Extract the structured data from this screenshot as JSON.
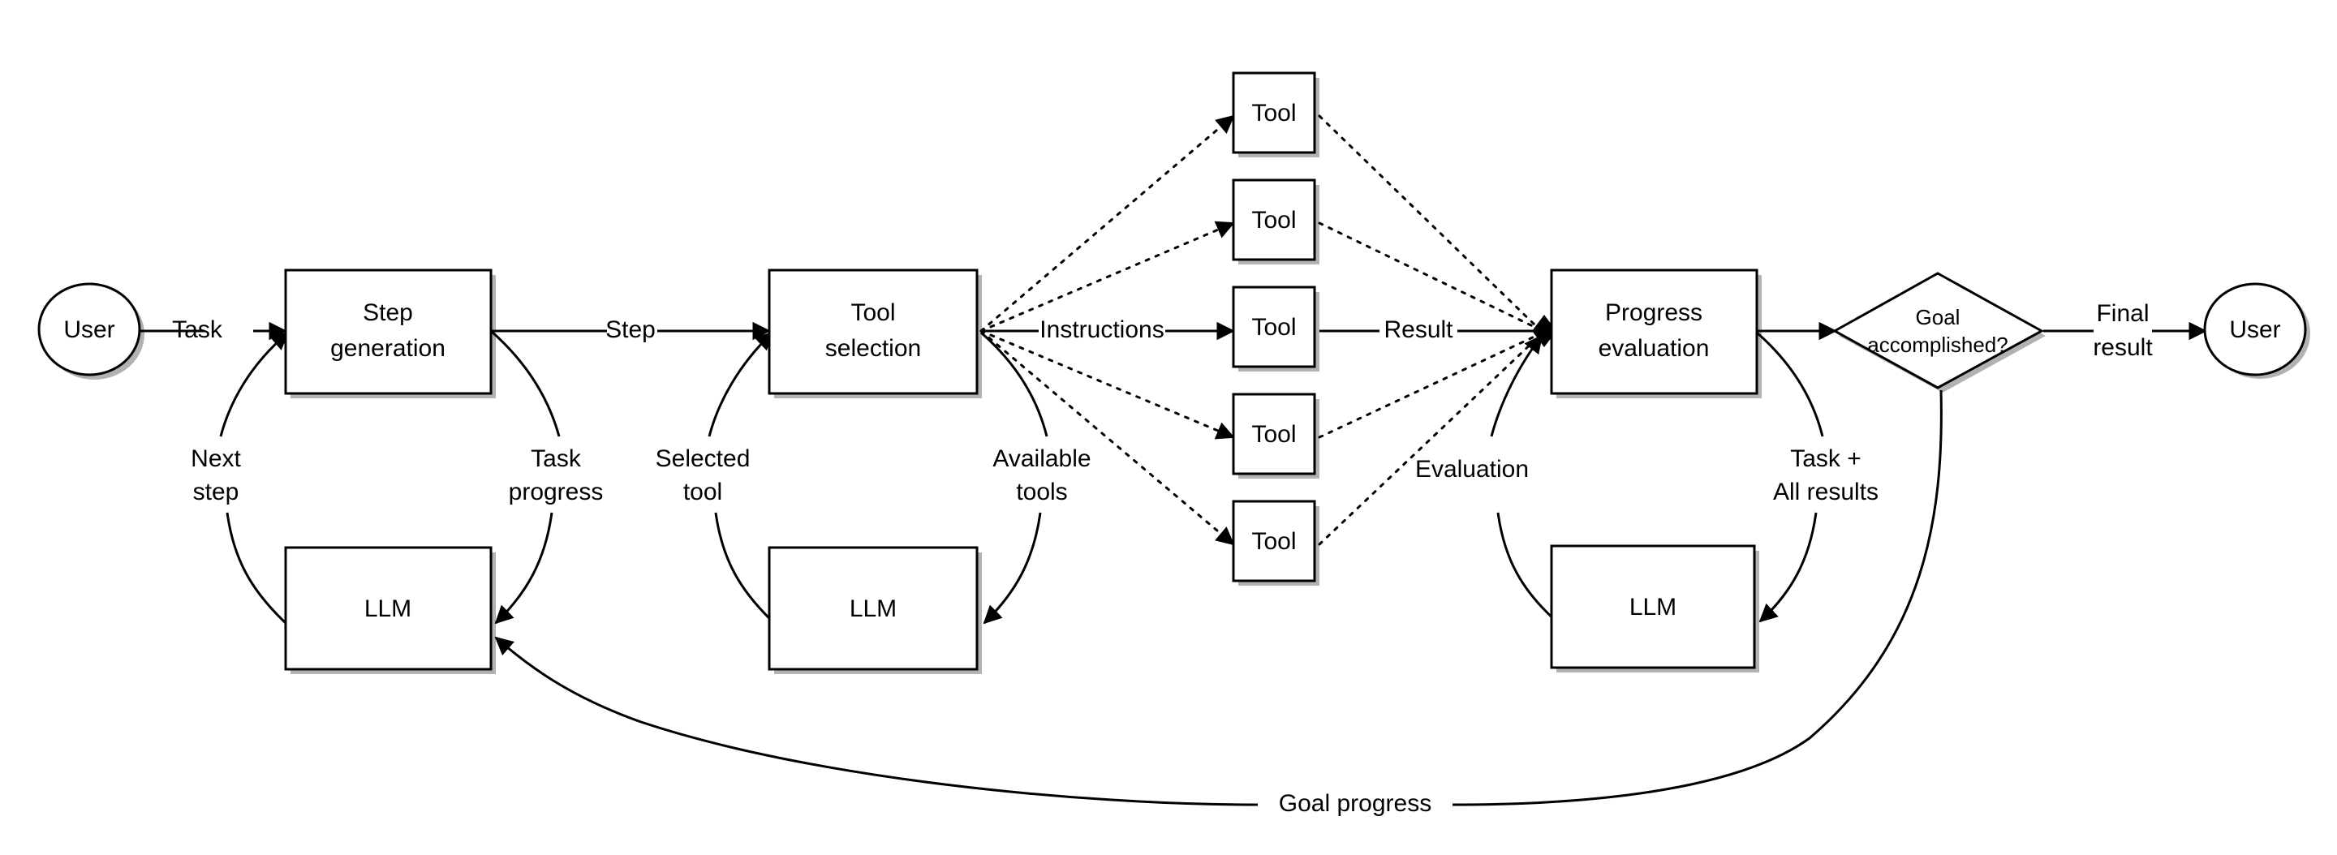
{
  "diagram": {
    "title": "LLM agent task execution loop",
    "colors": {
      "background": "#ffffff",
      "stroke": "#000000",
      "fill": "#ffffff"
    },
    "nodes": {
      "user_start": {
        "label": "User",
        "shape": "ellipse"
      },
      "step_generation": {
        "line1": "Step",
        "line2": "generation",
        "shape": "rect"
      },
      "llm_step": {
        "label": "LLM",
        "shape": "rect"
      },
      "tool_selection": {
        "line1": "Tool",
        "line2": "selection",
        "shape": "rect"
      },
      "llm_tool": {
        "label": "LLM",
        "shape": "rect"
      },
      "tools": [
        {
          "label": "Tool"
        },
        {
          "label": "Tool"
        },
        {
          "label": "Tool"
        },
        {
          "label": "Tool"
        },
        {
          "label": "Tool"
        }
      ],
      "progress_evaluation": {
        "line1": "Progress",
        "line2": "evaluation",
        "shape": "rect"
      },
      "llm_progress": {
        "label": "LLM",
        "shape": "rect"
      },
      "decision": {
        "line1": "Goal",
        "line2": "accomplished?",
        "shape": "diamond"
      },
      "user_end": {
        "label": "User",
        "shape": "ellipse"
      }
    },
    "edge_labels": {
      "task": "Task",
      "step": "Step",
      "instructions": "Instructions",
      "result": "Result",
      "final_result_line1": "Final",
      "final_result_line2": "result",
      "next_step_line1": "Next",
      "next_step_line2": "step",
      "task_progress_line1": "Task",
      "task_progress_line2": "progress",
      "selected_tool_line1": "Selected",
      "selected_tool_line2": "tool",
      "available_tools_line1": "Available",
      "available_tools_line2": "tools",
      "evaluation": "Evaluation",
      "task_all_results_line1": "Task +",
      "task_all_results_line2": "All results",
      "goal_progress": "Goal progress"
    }
  }
}
